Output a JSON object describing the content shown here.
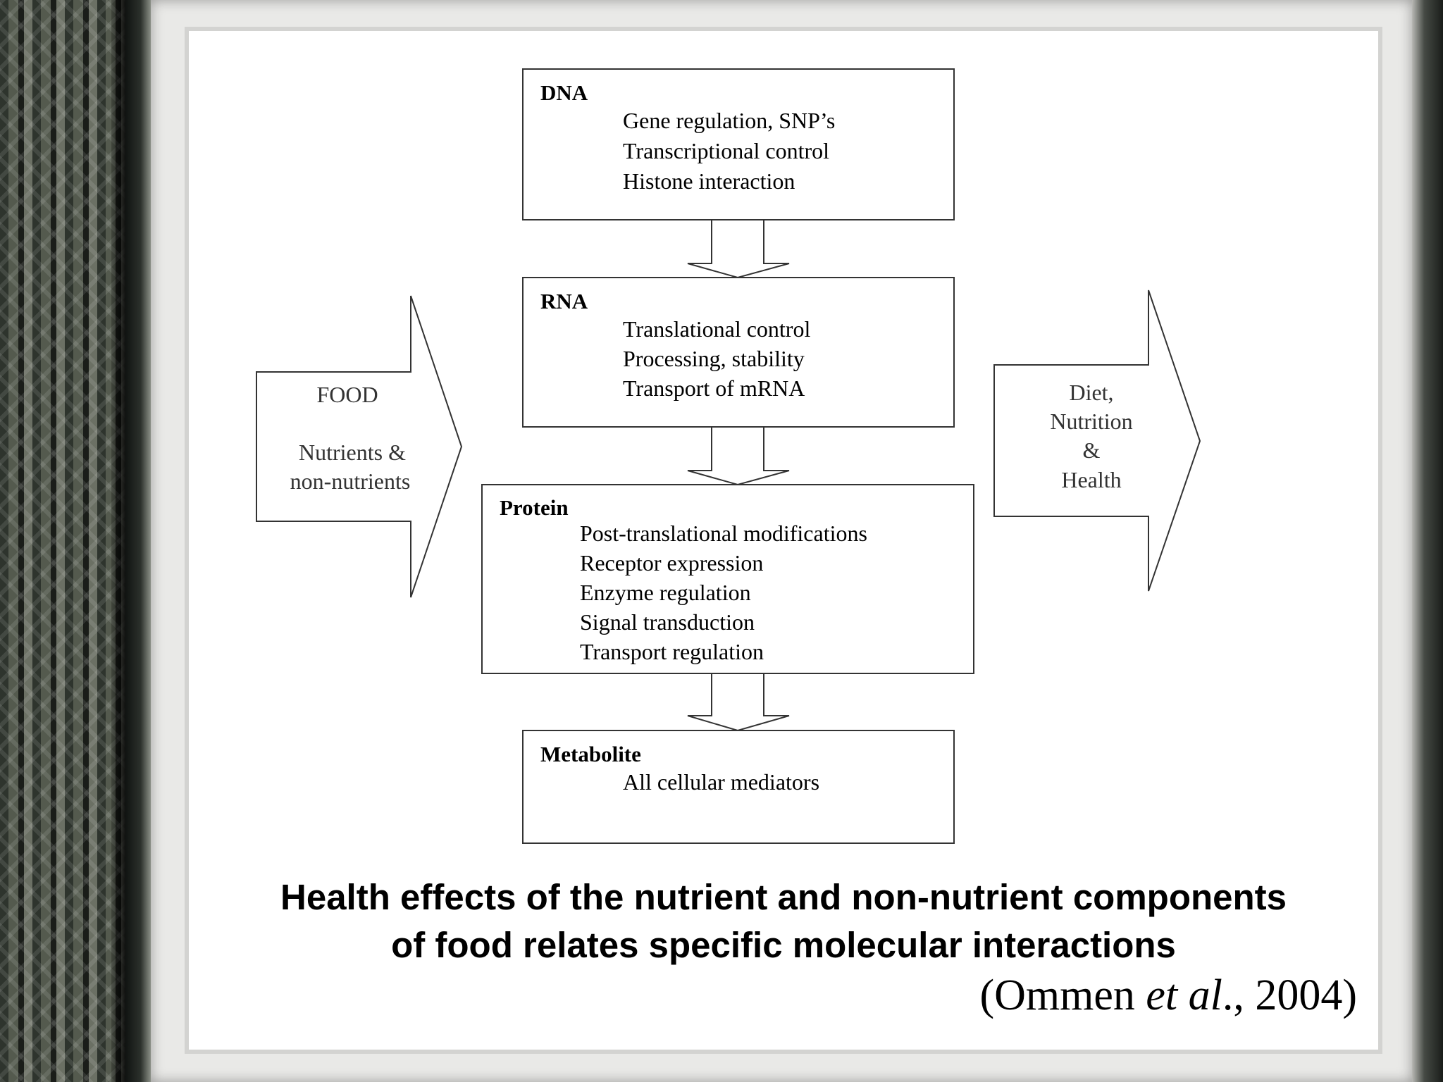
{
  "diagram": {
    "dna": {
      "title": "DNA",
      "lines": [
        "Gene regulation, SNP’s",
        "Transcriptional control",
        "Histone interaction"
      ]
    },
    "rna": {
      "title": "RNA",
      "lines": [
        "Translational control",
        "Processing, stability",
        "Transport of mRNA"
      ]
    },
    "protein": {
      "title": "Protein",
      "lines": [
        "Post-translational modifications",
        "Receptor expression",
        "Enzyme regulation",
        "Signal transduction",
        "Transport regulation"
      ]
    },
    "metabolite": {
      "title": "Metabolite",
      "lines": [
        "All cellular mediators"
      ]
    },
    "input_arrow": {
      "lines": [
        "FOOD",
        "Nutrients &",
        "non-nutrients"
      ]
    },
    "output_arrow": {
      "lines": [
        "Diet,",
        "Nutrition",
        "&",
        "Health"
      ]
    }
  },
  "caption": {
    "line1": "Health effects of the nutrient and non-nutrient components",
    "line2": "of food relates specific molecular interactions"
  },
  "citation": {
    "open": "(Ommen ",
    "italic": "et al",
    "close": "., 2004)"
  }
}
